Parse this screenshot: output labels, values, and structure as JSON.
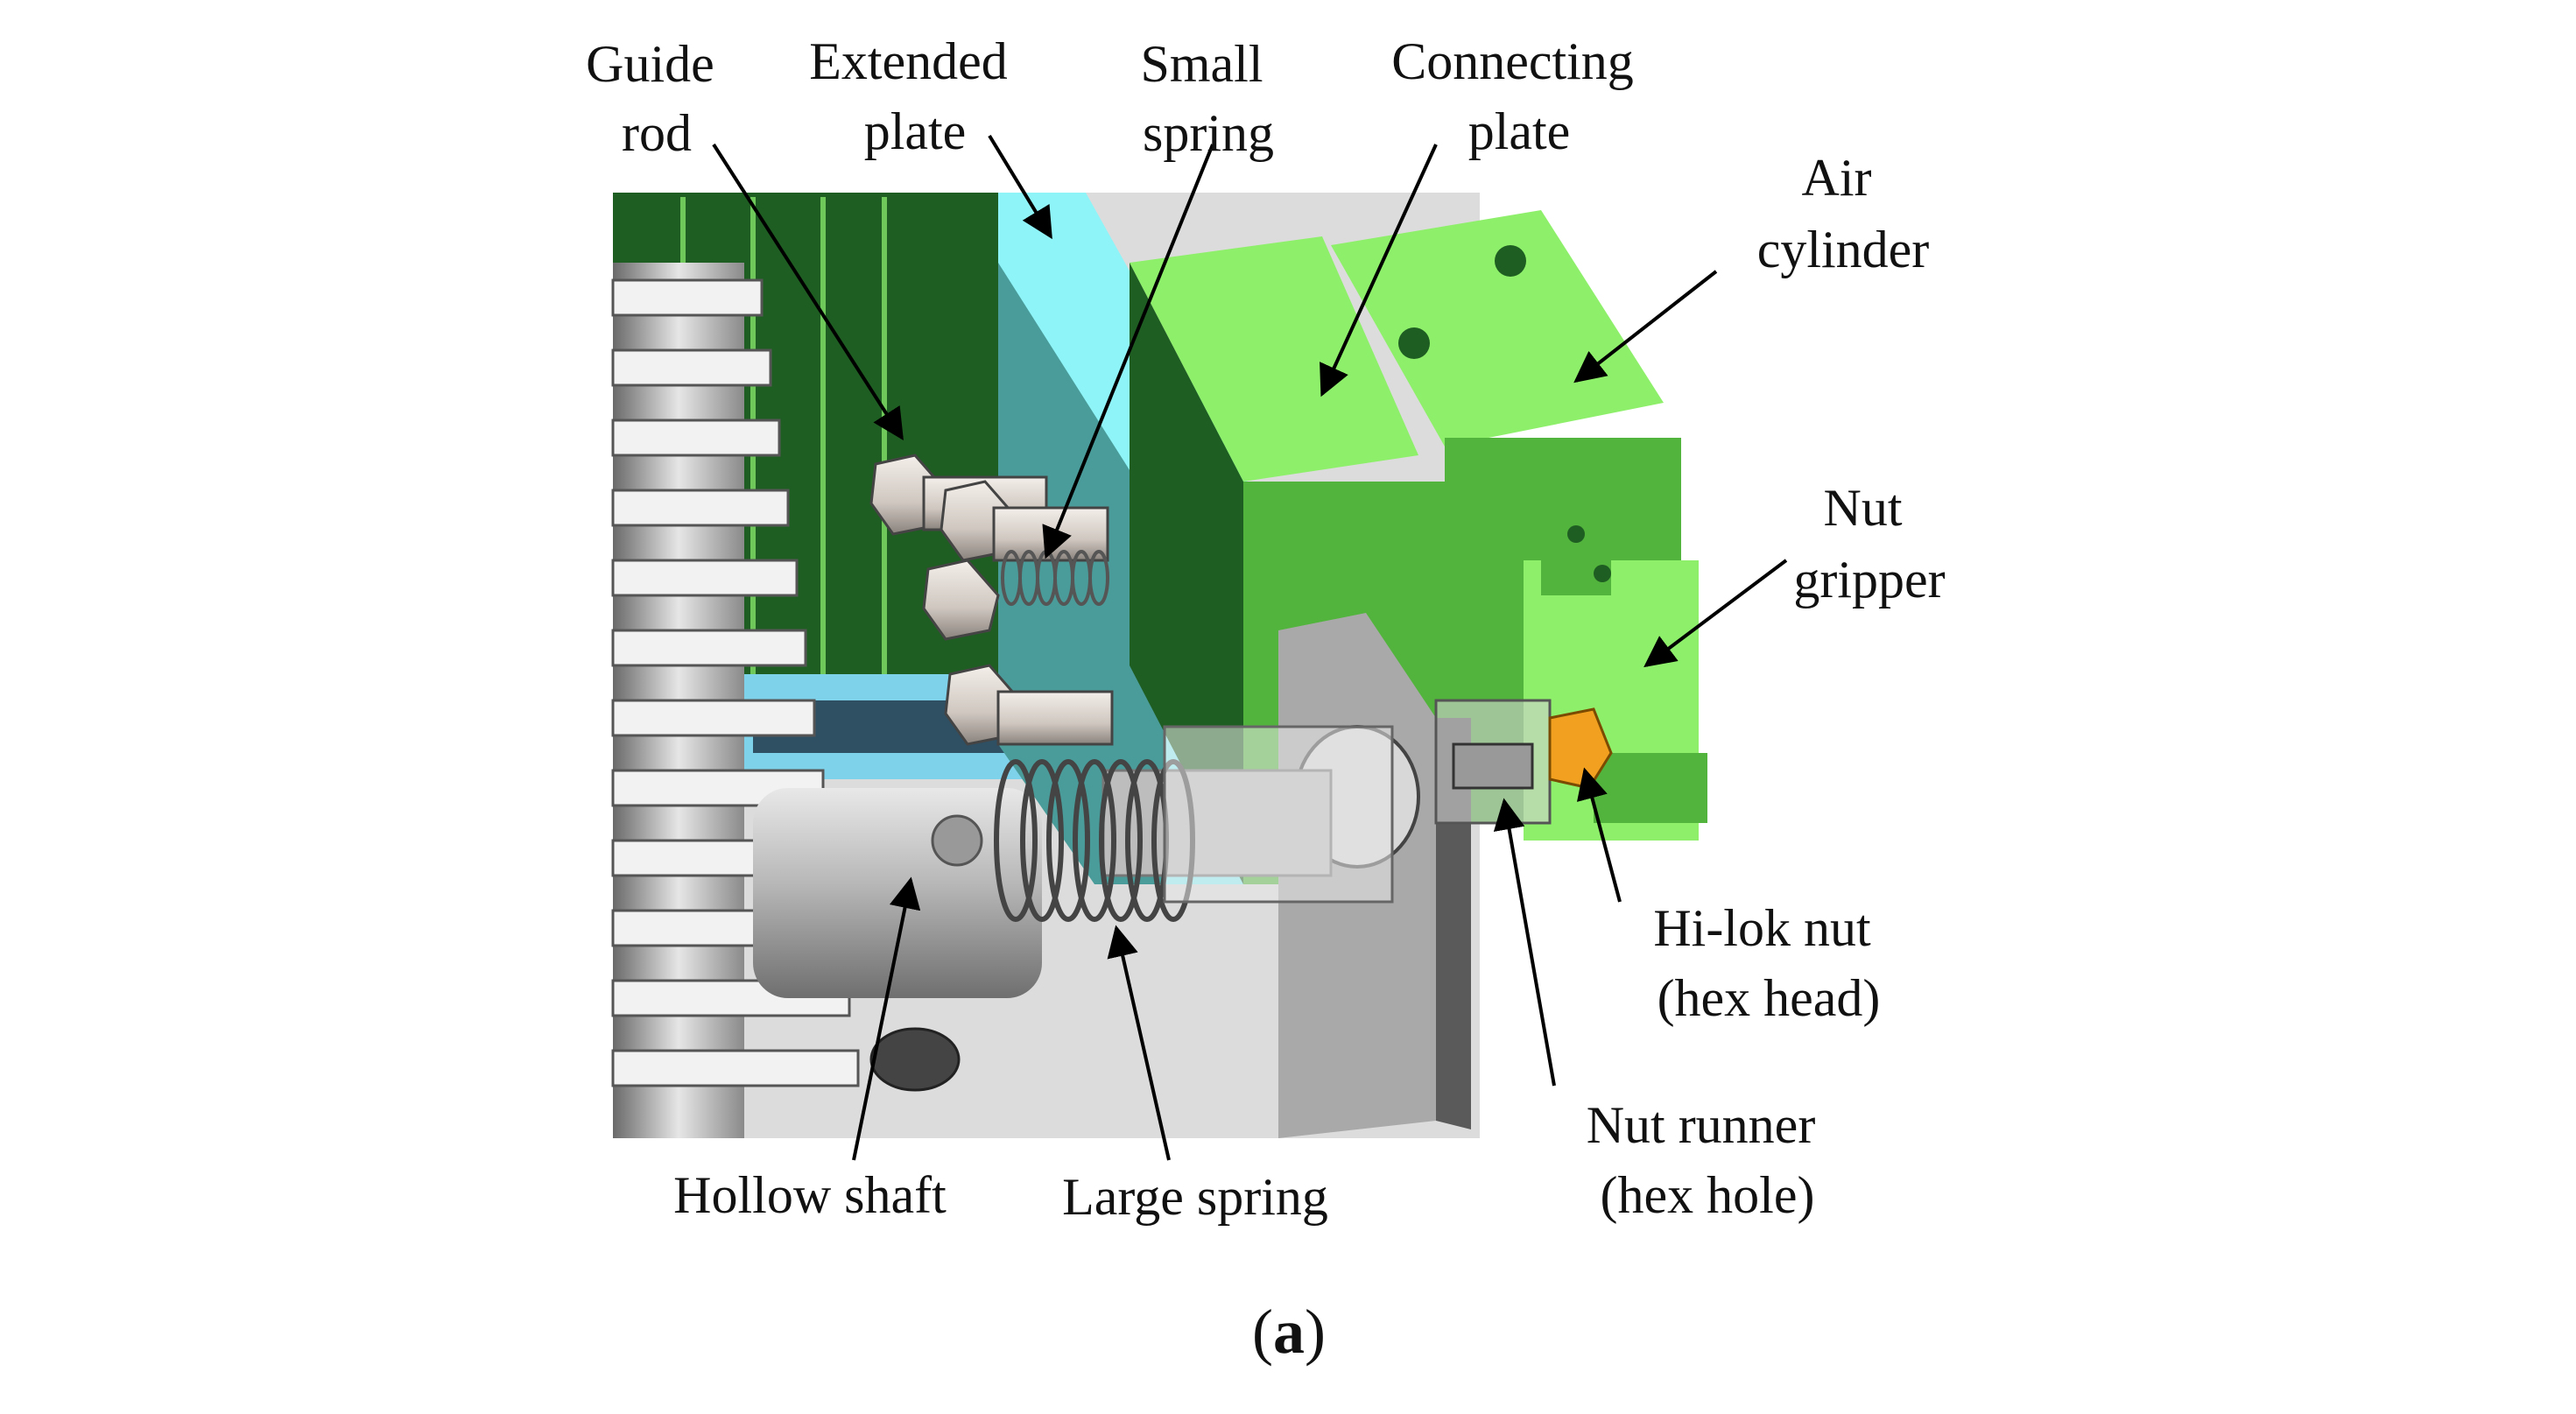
{
  "labels": {
    "guide_rod": [
      "Guide",
      "rod"
    ],
    "extended_plate": [
      "Extended",
      "plate"
    ],
    "small_spring": [
      "Small",
      "spring"
    ],
    "connecting_plate": [
      "Connecting",
      "plate"
    ],
    "air_cylinder": [
      "Air",
      "cylinder"
    ],
    "nut_gripper": [
      "Nut",
      "gripper"
    ],
    "hilok_nut": [
      "Hi-lok nut",
      "(hex head)"
    ],
    "nut_runner": [
      "Nut runner",
      "(hex hole)"
    ],
    "hollow_shaft": "Hollow shaft",
    "large_spring": "Large spring"
  },
  "caption": {
    "open": "(",
    "letter": "a",
    "close": ")"
  },
  "colors": {
    "green_light": "#8ef06a",
    "green_mid": "#52b43c",
    "green_dark": "#1f5e22",
    "cyan": "#8ef4f8",
    "teal": "#4a9c9a",
    "gray_light": "#d8d8d8",
    "gray_mid": "#a9a9a9",
    "gray_dark": "#5a5a5a",
    "orange": "#f2a020"
  }
}
